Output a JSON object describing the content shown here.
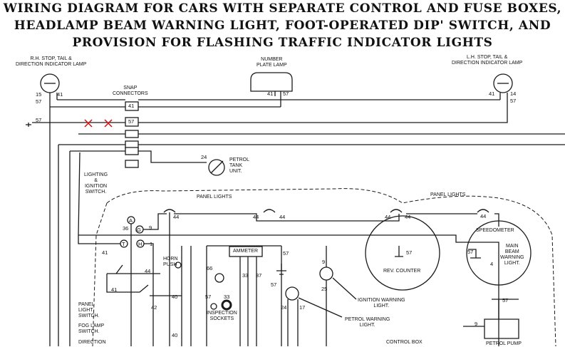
{
  "header": {
    "line1": "WIRING DIAGRAM FOR CARS WITH SEPARATE CONTROL AND FUSE BOXES,",
    "line2": "HEADLAMP BEAM WARNING LIGHT, FOOT-OPERATED DIP' SWITCH, AND",
    "line3": "PROVISION FOR FLASHING TRAFFIC INDICATOR LIGHTS"
  },
  "labels": {
    "rh_lamp_1": "R.H. STOP, TAIL &",
    "rh_lamp_2": "DIRECTION INDICATOR LAMP",
    "number_plate_1": "NUMBER",
    "number_plate_2": "PLATE LAMP",
    "lh_lamp_1": "L.H. STOP, TAIL &",
    "lh_lamp_2": "DIRECTION INDICATOR LAMP",
    "snap_1": "SNAP",
    "snap_2": "CONNECTORS",
    "petrol_tank_1": "PETROL",
    "petrol_tank_2": "TANK",
    "petrol_tank_3": "UNIT.",
    "lighting_1": "LIGHTING",
    "lighting_2": "&",
    "lighting_3": "IGNITION",
    "lighting_4": "SWITCH.",
    "panel_lights_a": "PANEL LIGHTS",
    "panel_lights_b": "PANEL LIGHTS",
    "speedometer": "SPEEDOMETER",
    "main_beam_1": "MAIN",
    "main_beam_2": "BEAM",
    "main_beam_3": "WARNING",
    "main_beam_4": "LIGHT.",
    "horn_1": "HORN",
    "horn_2": "PUSH",
    "ammeter": "AMMETER",
    "rev_counter": "REV. COUNTER",
    "ign_warn_1": "IGNITION WARNING",
    "ign_warn_2": "LIGHT.",
    "petrol_warn_1": "PETROL WARNING",
    "petrol_warn_2": "LIGHT.",
    "inspection_1": "INSPECTION",
    "inspection_2": "SOCKETS",
    "panel_sw_1": "PANEL",
    "panel_sw_2": "LIGHT",
    "panel_sw_3": "SWITCH.",
    "fog_1": "FOG  LAMP",
    "fog_2": "SWITCH.",
    "direction": "DIRECTION",
    "control_box": "CONTROL  BOX",
    "petrol_pump": "PETROL  PUMP"
  },
  "wire_numbers": {
    "rh_15": "15",
    "rh_57": "57",
    "rh_41": "41",
    "np_41": "41",
    "np_57": "57",
    "lh_41": "41",
    "lh_14": "14",
    "lh_57": "57",
    "snap_41": "41",
    "snap_57": "57",
    "left_57": "57",
    "tank_24": "24",
    "pl_44a": "44",
    "pl_44b": "44",
    "pl_44c": "44",
    "pl_44d": "44",
    "pl_44e": "44",
    "pl_44f": "44",
    "sw_36": "36",
    "sw_9": "9",
    "sw_A": "A",
    "sw_IG": "IG",
    "sw_T": "T",
    "sw_H": "H",
    "sw_1": "1",
    "left_41a": "41",
    "left_41b": "41",
    "horn_44": "44",
    "n_42": "42",
    "n_40a": "40",
    "n_40b": "40",
    "am_66": "66",
    "am_57a": "57",
    "am_33a": "33",
    "am_33b": "33",
    "am_37": "37",
    "am_57b": "57",
    "am_57c": "57",
    "iw_9": "9",
    "iw_25": "25",
    "pw_24": "24",
    "pw_17": "17",
    "rc_57": "57",
    "sp_57": "57",
    "mb_4": "4",
    "pp_57": "57",
    "pp_9": "9"
  }
}
